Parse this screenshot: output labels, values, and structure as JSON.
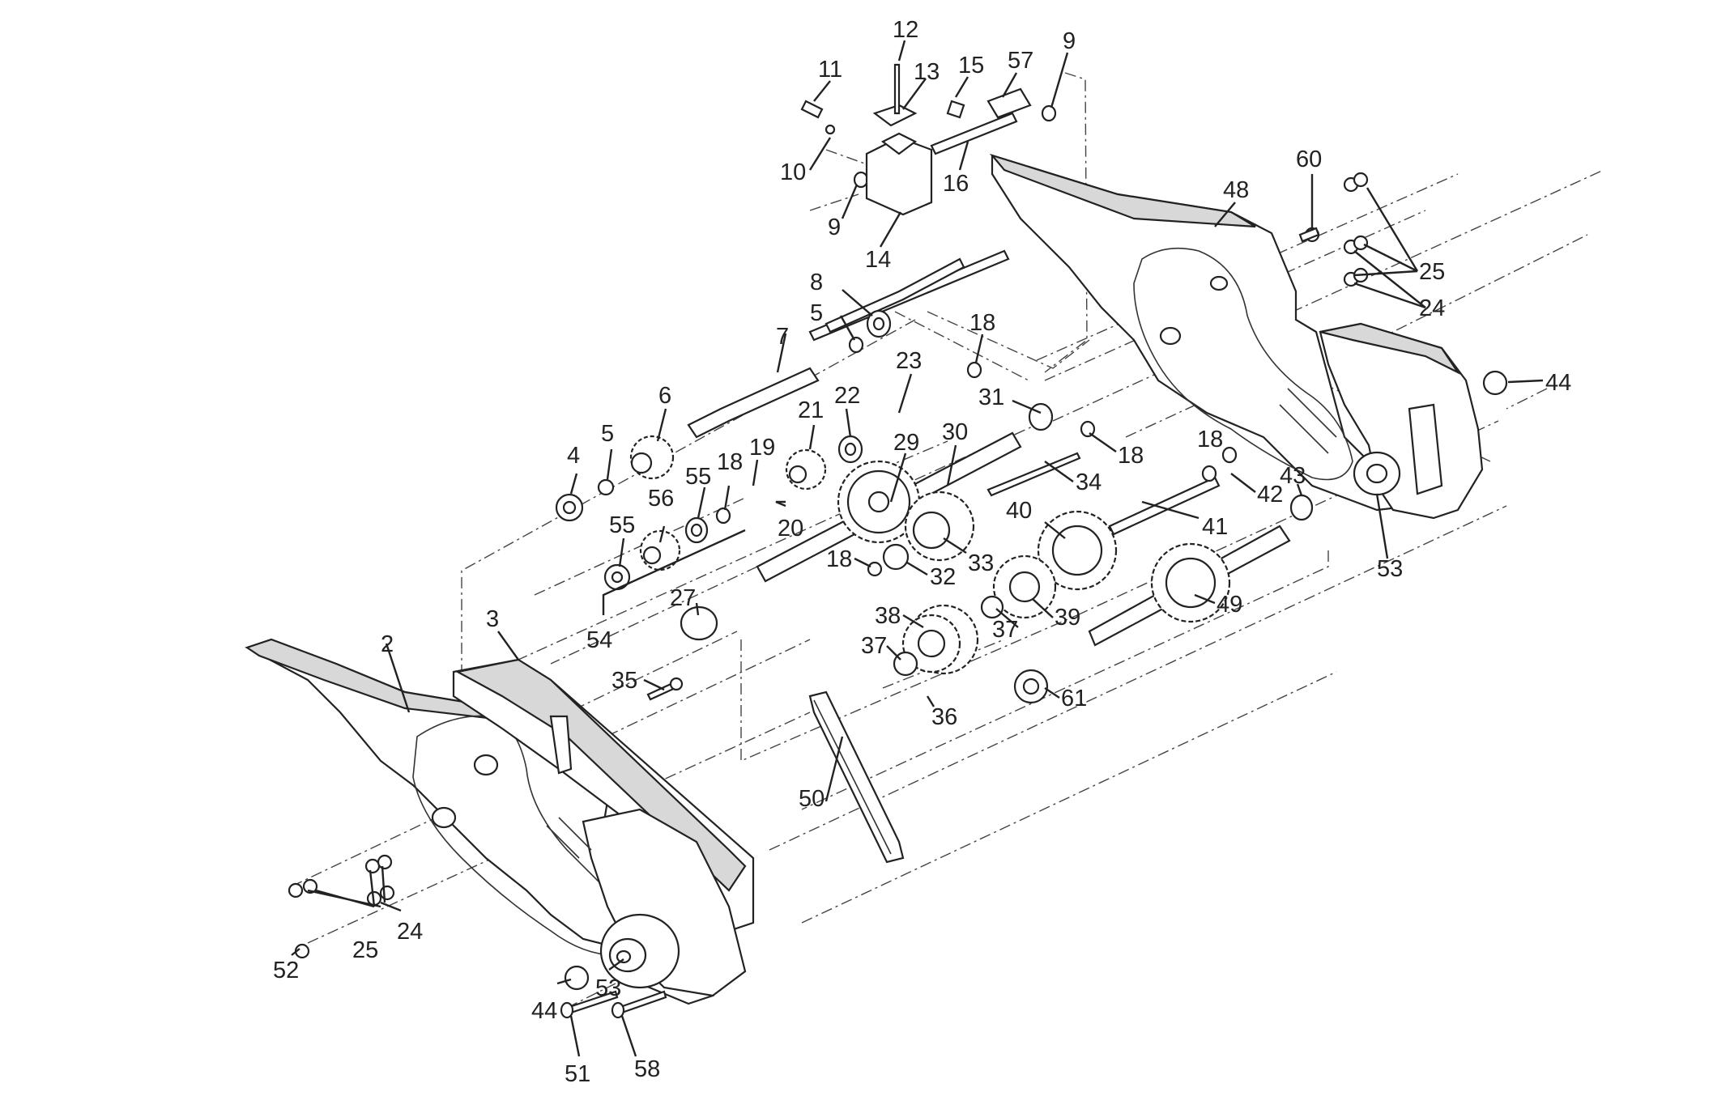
{
  "diagram": {
    "callouts": [
      {
        "id": "c1",
        "text": "12"
      },
      {
        "id": "c2",
        "text": "11"
      },
      {
        "id": "c3",
        "text": "13"
      },
      {
        "id": "c4",
        "text": "15"
      },
      {
        "id": "c5",
        "text": "57"
      },
      {
        "id": "c6",
        "text": "9"
      },
      {
        "id": "c7",
        "text": "10"
      },
      {
        "id": "c8",
        "text": "16"
      },
      {
        "id": "c9",
        "text": "9"
      },
      {
        "id": "c10",
        "text": "14"
      },
      {
        "id": "c11",
        "text": "60"
      },
      {
        "id": "c12",
        "text": "48"
      },
      {
        "id": "c13",
        "text": "25"
      },
      {
        "id": "c14",
        "text": "24"
      },
      {
        "id": "c15",
        "text": "8"
      },
      {
        "id": "c16",
        "text": "5"
      },
      {
        "id": "c17",
        "text": "18"
      },
      {
        "id": "c18",
        "text": "7"
      },
      {
        "id": "c19",
        "text": "23"
      },
      {
        "id": "c20",
        "text": "44"
      },
      {
        "id": "c21",
        "text": "6"
      },
      {
        "id": "c22",
        "text": "22"
      },
      {
        "id": "c23",
        "text": "21"
      },
      {
        "id": "c24",
        "text": "31"
      },
      {
        "id": "c25",
        "text": "5"
      },
      {
        "id": "c26",
        "text": "4"
      },
      {
        "id": "c27",
        "text": "30"
      },
      {
        "id": "c28",
        "text": "29"
      },
      {
        "id": "c29",
        "text": "19"
      },
      {
        "id": "c30",
        "text": "18"
      },
      {
        "id": "c31",
        "text": "55"
      },
      {
        "id": "c32",
        "text": "18"
      },
      {
        "id": "c33",
        "text": "18"
      },
      {
        "id": "c34",
        "text": "34"
      },
      {
        "id": "c35",
        "text": "43"
      },
      {
        "id": "c36",
        "text": "42"
      },
      {
        "id": "c37",
        "text": "56"
      },
      {
        "id": "c38",
        "text": "20"
      },
      {
        "id": "c39",
        "text": "40"
      },
      {
        "id": "c40",
        "text": "41"
      },
      {
        "id": "c41",
        "text": "55"
      },
      {
        "id": "c42",
        "text": "53"
      },
      {
        "id": "c43",
        "text": "18"
      },
      {
        "id": "c44",
        "text": "33"
      },
      {
        "id": "c45",
        "text": "32"
      },
      {
        "id": "c46",
        "text": "49"
      },
      {
        "id": "c47",
        "text": "27"
      },
      {
        "id": "c48",
        "text": "54"
      },
      {
        "id": "c49",
        "text": "39"
      },
      {
        "id": "c50",
        "text": "38"
      },
      {
        "id": "c51",
        "text": "37"
      },
      {
        "id": "c52",
        "text": "37"
      },
      {
        "id": "c53",
        "text": "2"
      },
      {
        "id": "c54",
        "text": "3"
      },
      {
        "id": "c55",
        "text": "35"
      },
      {
        "id": "c56",
        "text": "61"
      },
      {
        "id": "c57",
        "text": "36"
      },
      {
        "id": "c58",
        "text": "50"
      },
      {
        "id": "c59",
        "text": "24"
      },
      {
        "id": "c60",
        "text": "25"
      },
      {
        "id": "c61",
        "text": "52"
      },
      {
        "id": "c62",
        "text": "53"
      },
      {
        "id": "c63",
        "text": "44"
      },
      {
        "id": "c64",
        "text": "51"
      },
      {
        "id": "c65",
        "text": "58"
      }
    ]
  }
}
